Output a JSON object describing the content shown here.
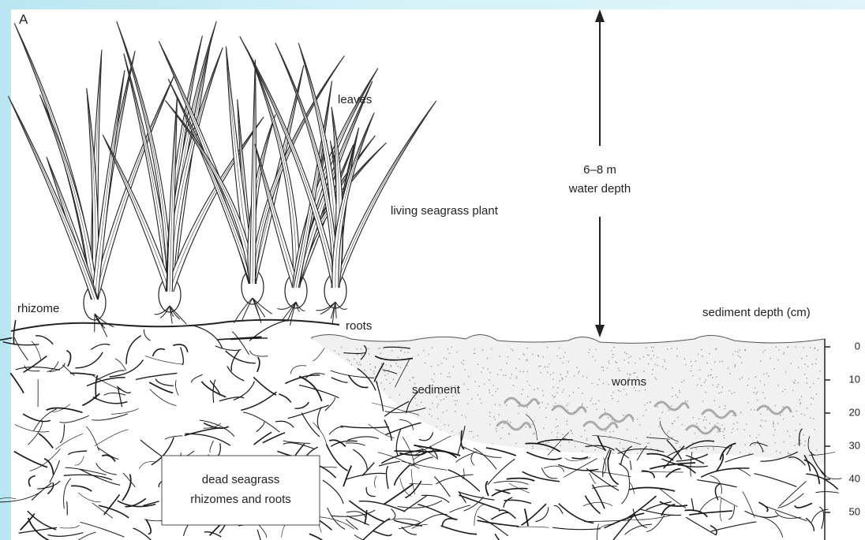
{
  "figure": {
    "panel_letter": "A",
    "labels": {
      "leaves": "leaves",
      "water_depth_value": "6–8 m",
      "water_depth_text": "water depth",
      "living_plant": "living seagrass plant",
      "rhizome": "rhizome",
      "roots": "roots",
      "sediment_depth": "sediment depth (cm)",
      "sediment": "sediment",
      "worms": "worms",
      "dead_line1": "dead seagrass",
      "dead_line2": "rhizomes and roots"
    },
    "depth_ticks": [
      "0",
      "10",
      "20",
      "30",
      "40",
      "50"
    ],
    "colors": {
      "background": "#d3f1f8",
      "paper": "#ffffff",
      "ink": "#222222",
      "sediment": "#f1f1f1",
      "worm": "#aaaaaa"
    }
  }
}
